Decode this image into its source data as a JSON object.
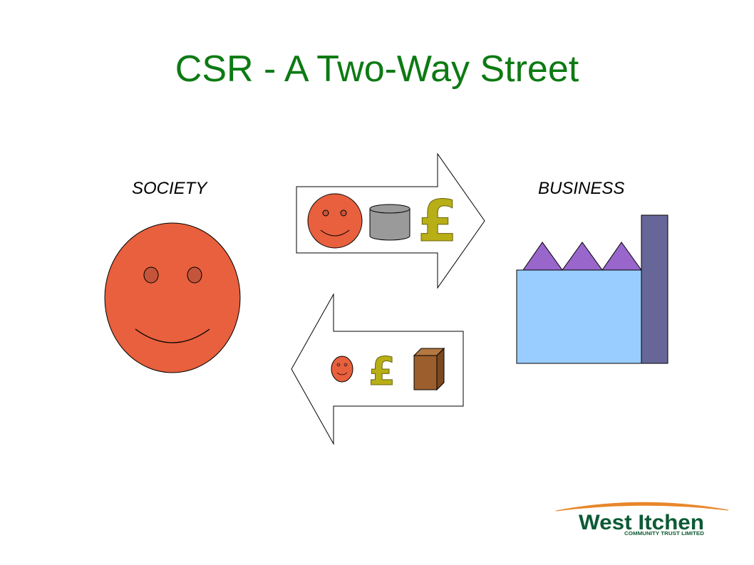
{
  "title": "CSR - A Two-Way Street",
  "labels": {
    "society": "SOCIETY",
    "business": "BUSINESS"
  },
  "symbols": {
    "pound": "£"
  },
  "logo": {
    "name": "West Itchen",
    "subtitle": "COMMUNITY TRUST LIMITED"
  },
  "colors": {
    "title": "#0d7a13",
    "face": "#e8603d",
    "eye": "#c4553a",
    "cylinder": "#9a9a9a",
    "pound": "#b8ae16",
    "box_front": "#9c5e2c",
    "box_top": "#b57840",
    "box_side": "#7c4820",
    "factory_body": "#99ccff",
    "factory_roof": "#9966cc",
    "chimney": "#666699",
    "logo_green": "#0d5a35",
    "logo_orange": "#e8872a"
  }
}
